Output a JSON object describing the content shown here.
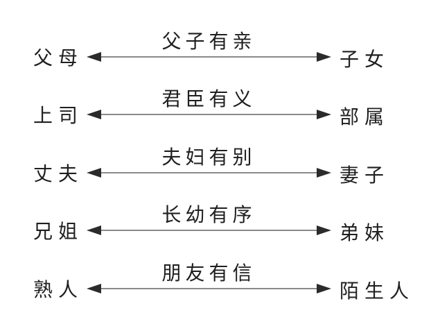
{
  "diagram": {
    "rows": [
      {
        "left": "父母",
        "center": "父子有亲",
        "right": "子女"
      },
      {
        "left": "上司",
        "center": "君臣有义",
        "right": "部属"
      },
      {
        "left": "丈夫",
        "center": "夫妇有别",
        "right": "妻子"
      },
      {
        "left": "兄姐",
        "center": "长幼有序",
        "right": "弟妹"
      },
      {
        "left": "熟人",
        "center": "朋友有信",
        "right": "陌生人"
      }
    ],
    "colors": {
      "text": "#1f1f1f",
      "line": "#8a8a8a",
      "arrowhead": "#2b2b2b",
      "background": "#ffffff"
    }
  }
}
